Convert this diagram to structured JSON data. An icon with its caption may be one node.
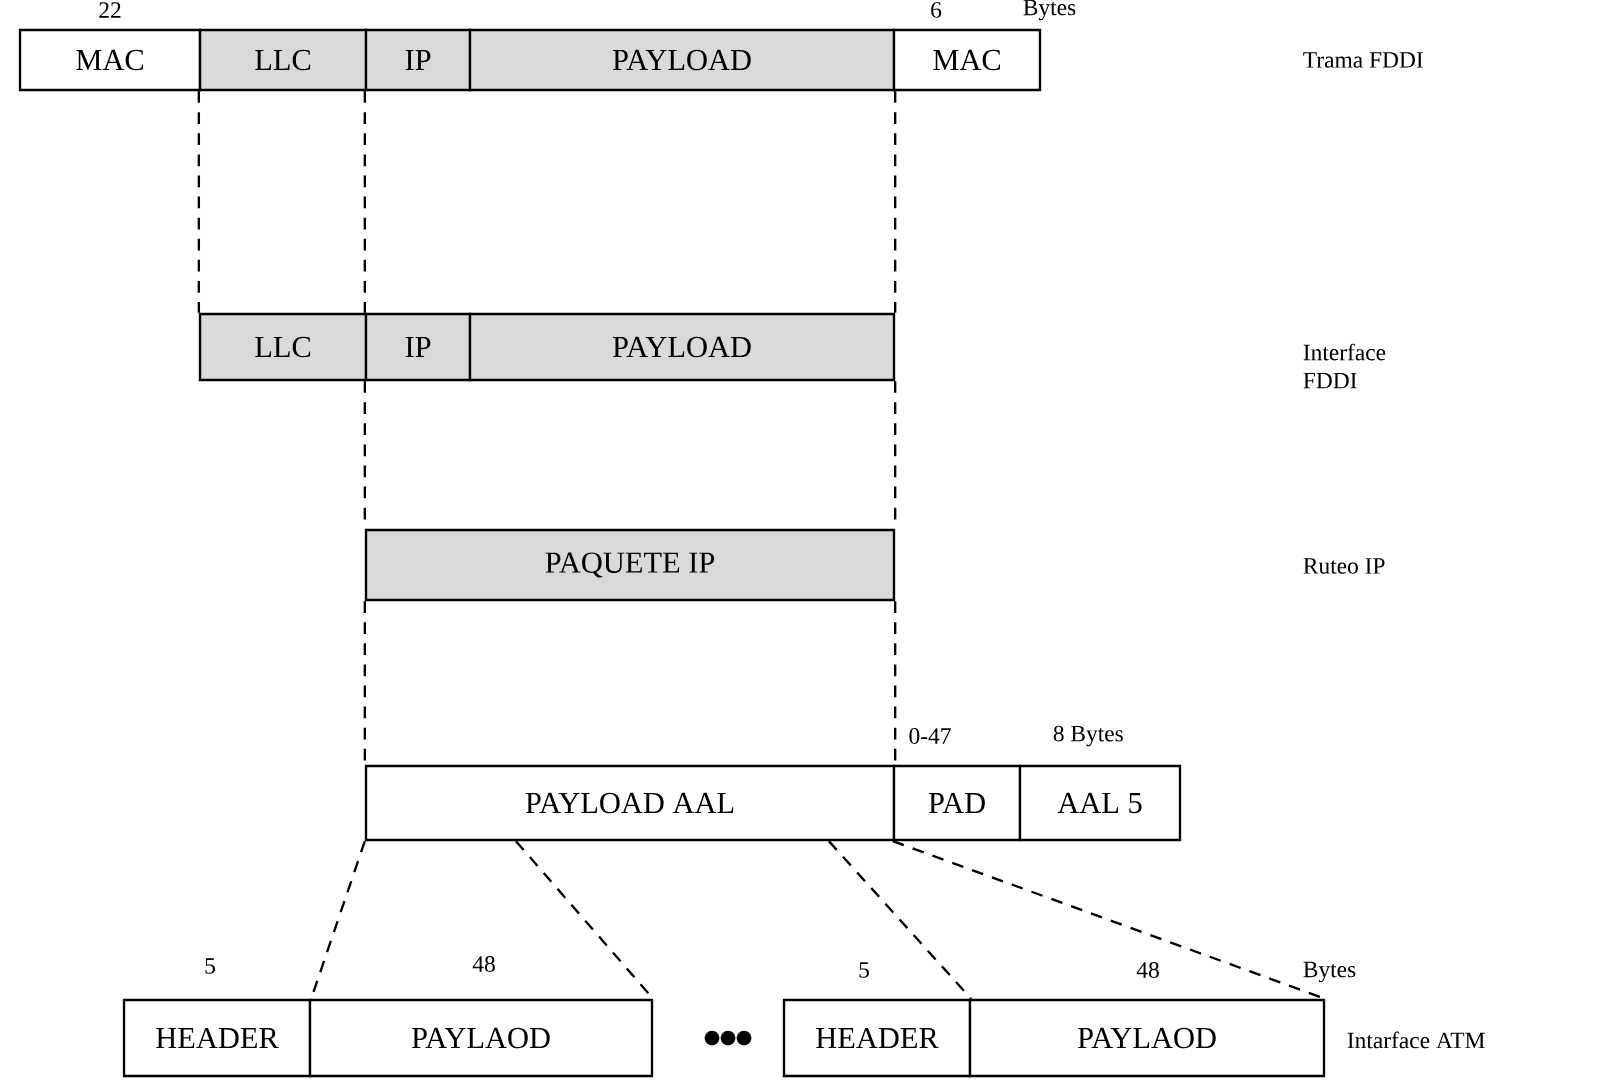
{
  "diagram": {
    "nodes": [
      {
        "text": [
          "MAC"
        ]
      },
      {
        "text": [
          "LLC"
        ]
      },
      {
        "text": [
          "IP"
        ]
      },
      {
        "text": [
          "PAYLOAD"
        ]
      },
      {
        "text": [
          "MAC"
        ]
      },
      {
        "text": [
          "LLC"
        ]
      },
      {
        "text": [
          "IP"
        ]
      },
      {
        "text": [
          "PAYLOAD"
        ]
      },
      {
        "text": [
          "PAQUETE IP"
        ]
      },
      {
        "text": [
          "PAYLOAD AAL"
        ]
      },
      {
        "text": [
          "PAD"
        ]
      },
      {
        "text": [
          "AAL 5"
        ]
      },
      {
        "text": [
          "HEADER"
        ]
      },
      {
        "text": [
          "PAYLAOD"
        ]
      },
      {
        "text": [
          "HEADER"
        ]
      },
      {
        "text": [
          "PAYLAOD"
        ]
      }
    ],
    "edges": [
      {
        "from": 1,
        "to": 5,
        "arrow": "none",
        "style": "dashed"
      },
      {
        "from": 2,
        "to": 6,
        "arrow": "none",
        "style": "dashed"
      },
      {
        "from": 3,
        "to": 7,
        "arrow": "none",
        "style": "dashed"
      },
      {
        "from": 6,
        "to": 8,
        "arrow": "none",
        "style": "dashed"
      },
      {
        "from": 7,
        "to": 8,
        "arrow": "none",
        "style": "dashed"
      },
      {
        "from": 8,
        "to": 9,
        "arrow": "none",
        "style": "dashed"
      },
      {
        "from": 8,
        "to": 9,
        "arrow": "none",
        "style": "dashed"
      },
      {
        "from": 9,
        "to": 12,
        "arrow": "none",
        "style": "dashed"
      },
      {
        "from": 9,
        "to": 13,
        "arrow": "none",
        "style": "dashed"
      },
      {
        "from": 9,
        "to": 14,
        "arrow": "none",
        "style": "dashed"
      },
      {
        "from": 10,
        "to": 15,
        "arrow": "none",
        "style": "dashed"
      }
    ],
    "labels": [
      "22",
      "6",
      "Bytes",
      "Trama FDDI",
      "Interface FDDI",
      "Ruteo IP",
      "0-47",
      "8 Bytes",
      "5",
      "48",
      "5",
      "48",
      "Bytes",
      "Intarface ATM"
    ]
  }
}
